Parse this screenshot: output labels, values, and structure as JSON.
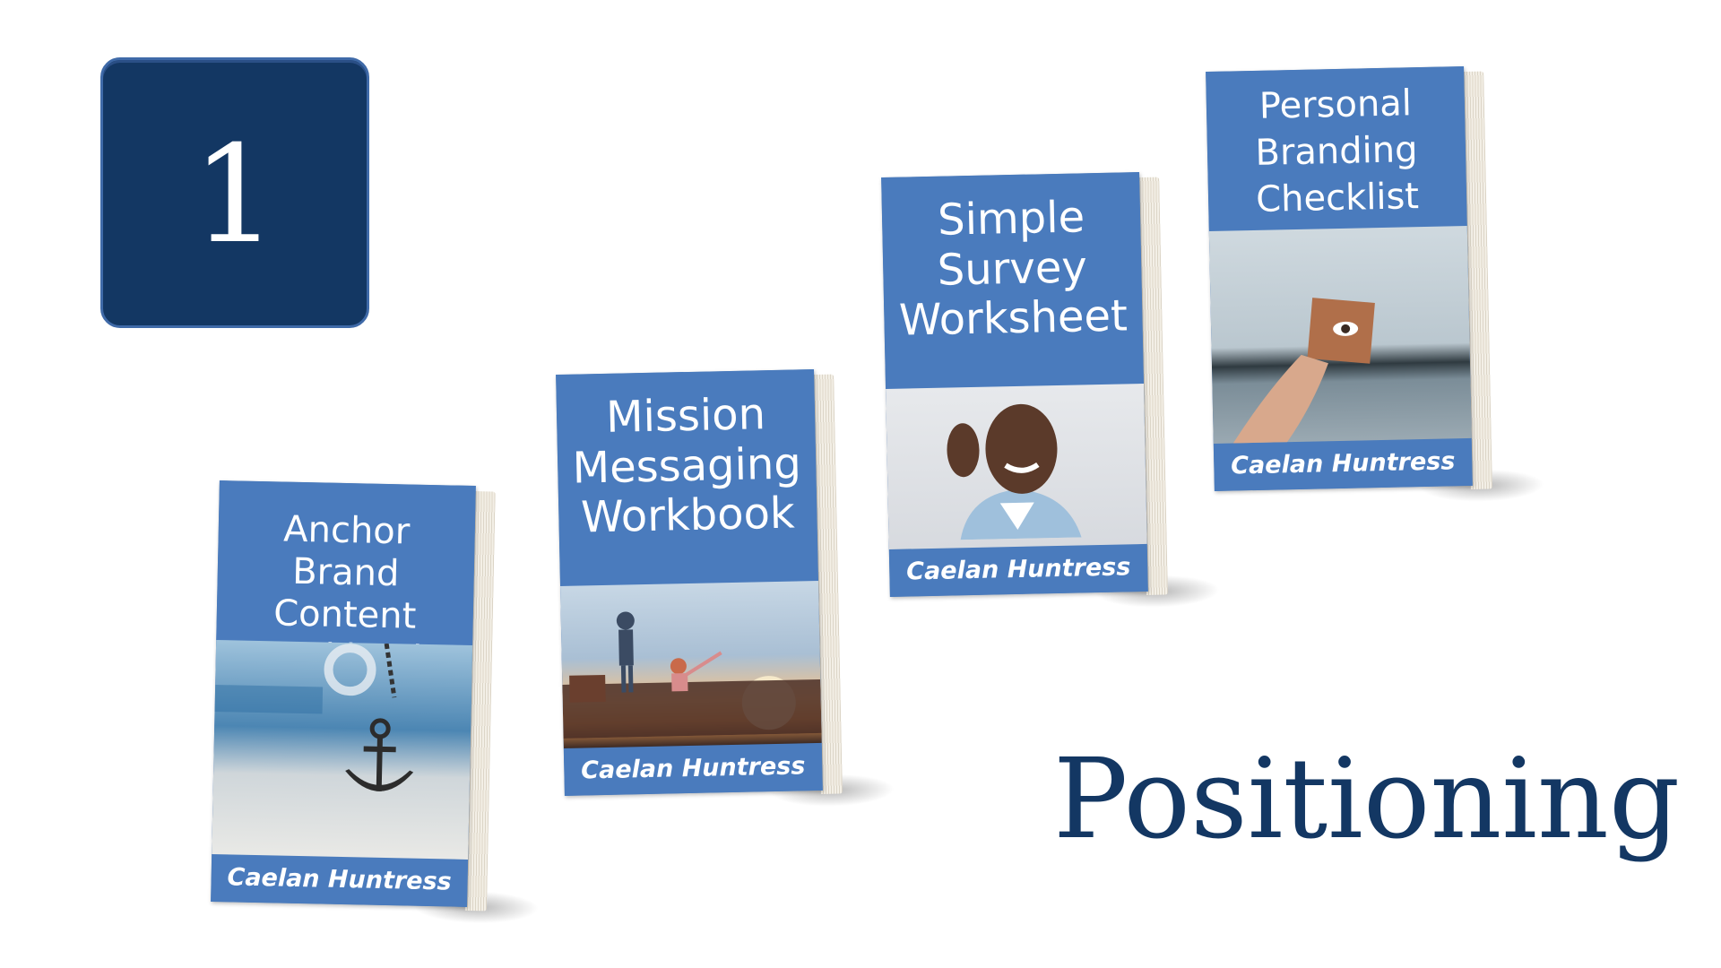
{
  "badge": {
    "number": "1"
  },
  "headline": "Positioning",
  "books": [
    {
      "title_lines": [
        "Anchor Brand",
        "Content",
        "Workbook"
      ],
      "author": "Caelan Huntress",
      "photo": "anchor-on-sand-photo"
    },
    {
      "title_lines": [
        "Mission",
        "Messaging",
        "Workbook"
      ],
      "author": "Caelan Huntress",
      "photo": "children-on-rooftop-sunset-photo"
    },
    {
      "title_lines": [
        "Simple",
        "Survey",
        "Worksheet"
      ],
      "author": "Caelan Huntress",
      "photo": "man-cupping-ear-photo"
    },
    {
      "title_lines": [
        "Personal",
        "Branding",
        "Checklist"
      ],
      "author": "Caelan Huntress",
      "photo": "hand-holding-mirror-photo"
    }
  ],
  "colors": {
    "badge_bg": "#133763",
    "headline": "#133763",
    "cover_blue": "#4a7bbd"
  }
}
